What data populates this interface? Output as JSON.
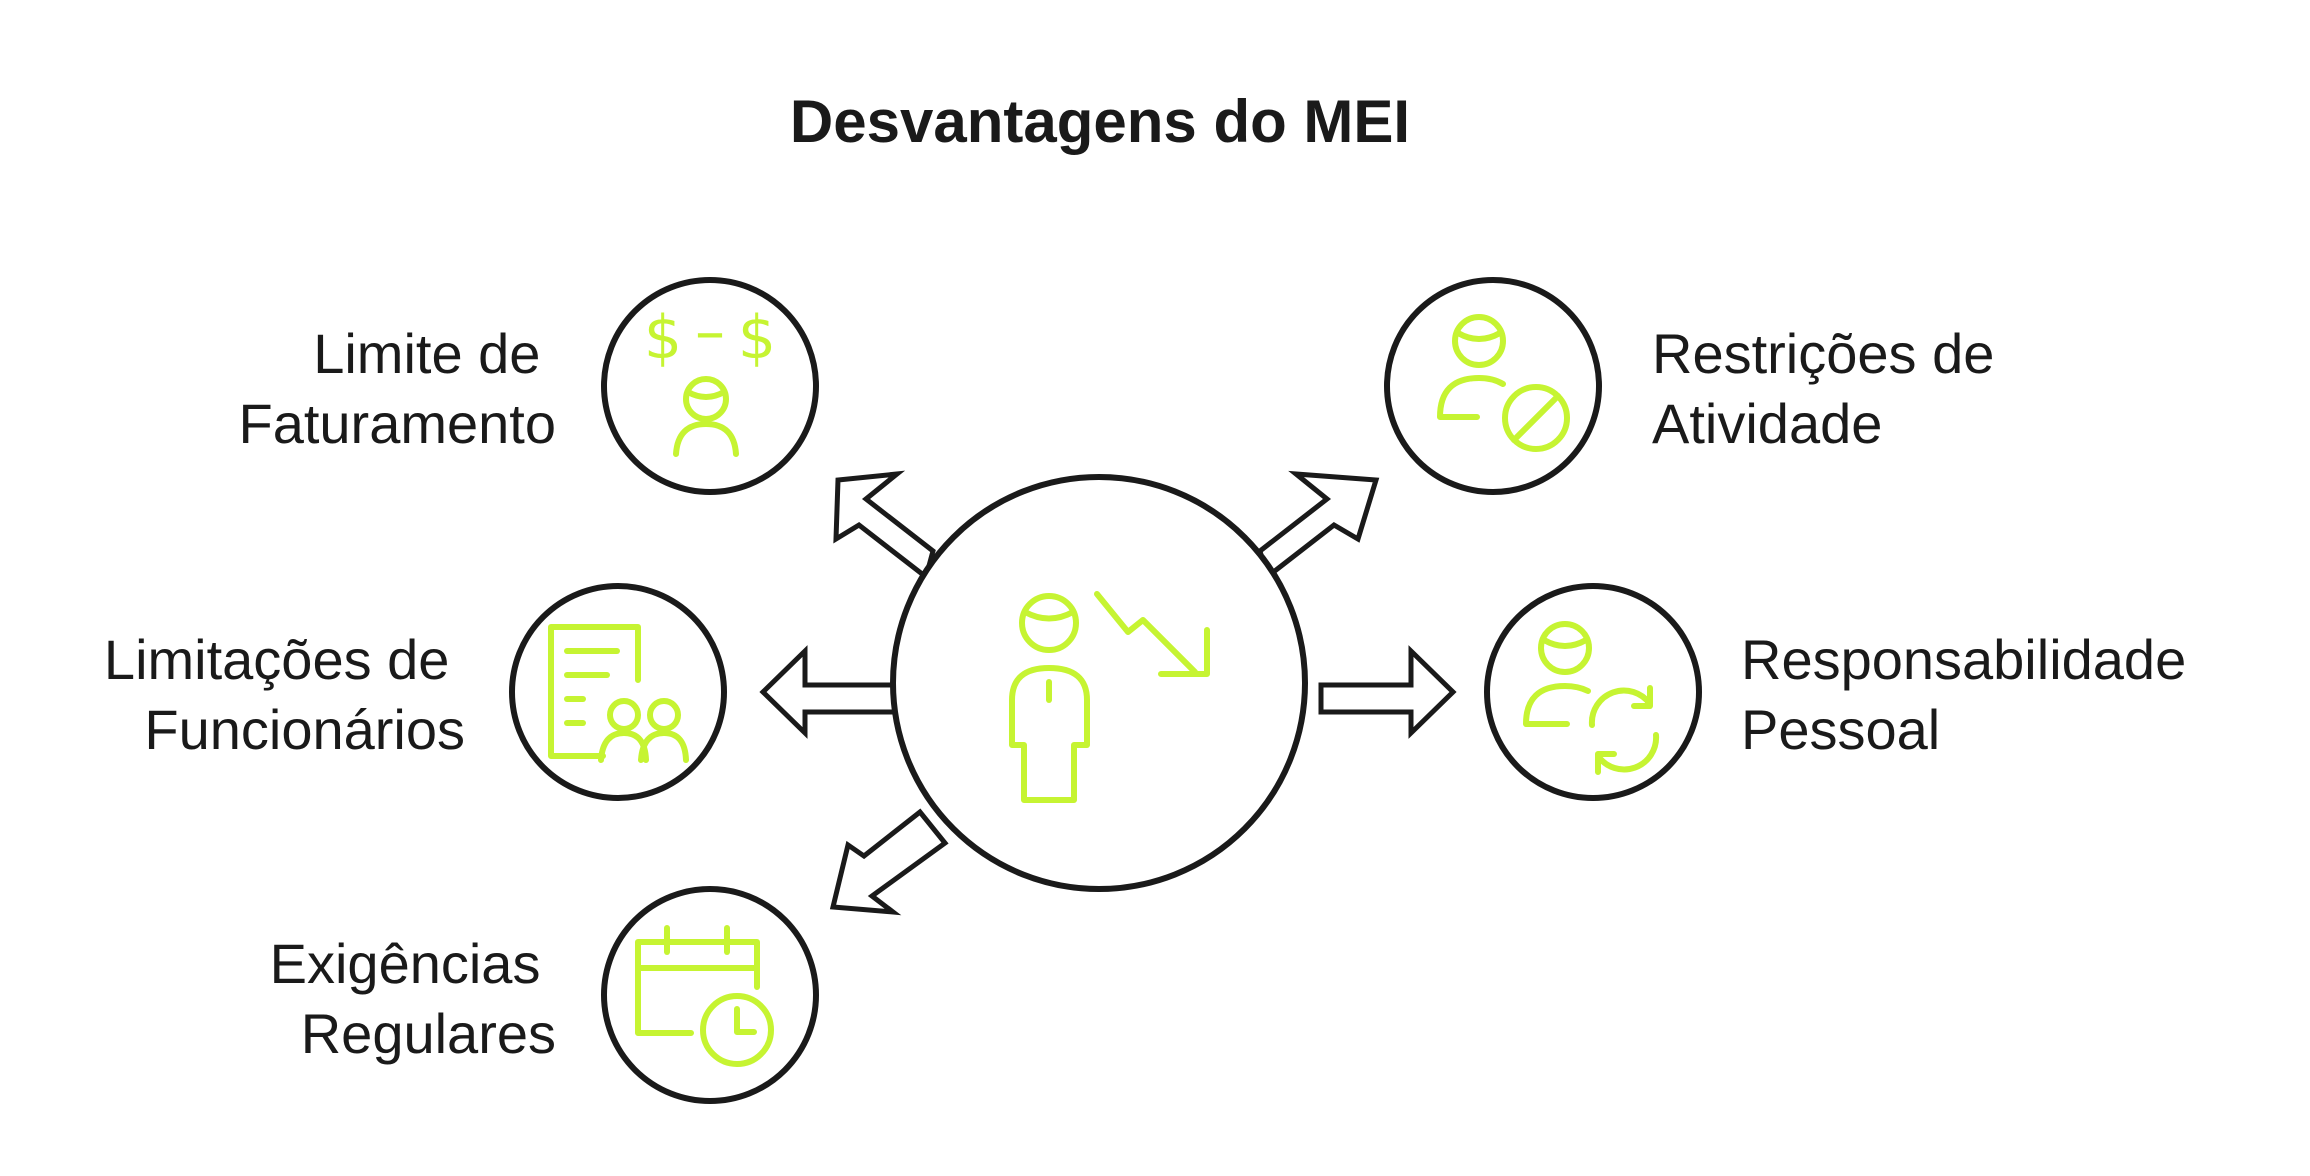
{
  "title": "Desvantagens do MEI",
  "colors": {
    "accent": "#c6f432",
    "outline": "#1a1a1a",
    "background": "#ffffff"
  },
  "center": {
    "icon": "person-declining-trend-icon"
  },
  "items": [
    {
      "id": "limite-faturamento",
      "label_lines": [
        "Limite de",
        "Faturamento"
      ],
      "icon": "revenue-limit-icon",
      "glyph_left": "$",
      "glyph_mid": "–",
      "glyph_right": "$"
    },
    {
      "id": "limitacoes-funcionarios",
      "label_lines": [
        "Limitações de",
        "Funcionários"
      ],
      "icon": "document-team-icon"
    },
    {
      "id": "exigencias-regulares",
      "label_lines": [
        "Exigências",
        "Regulares"
      ],
      "icon": "calendar-clock-icon"
    },
    {
      "id": "restricoes-atividade",
      "label_lines": [
        "Restrições de",
        "Atividade"
      ],
      "icon": "person-prohibited-icon"
    },
    {
      "id": "responsabilidade-pessoal",
      "label_lines": [
        "Responsabilidade",
        "Pessoal"
      ],
      "icon": "person-cycle-icon"
    }
  ]
}
